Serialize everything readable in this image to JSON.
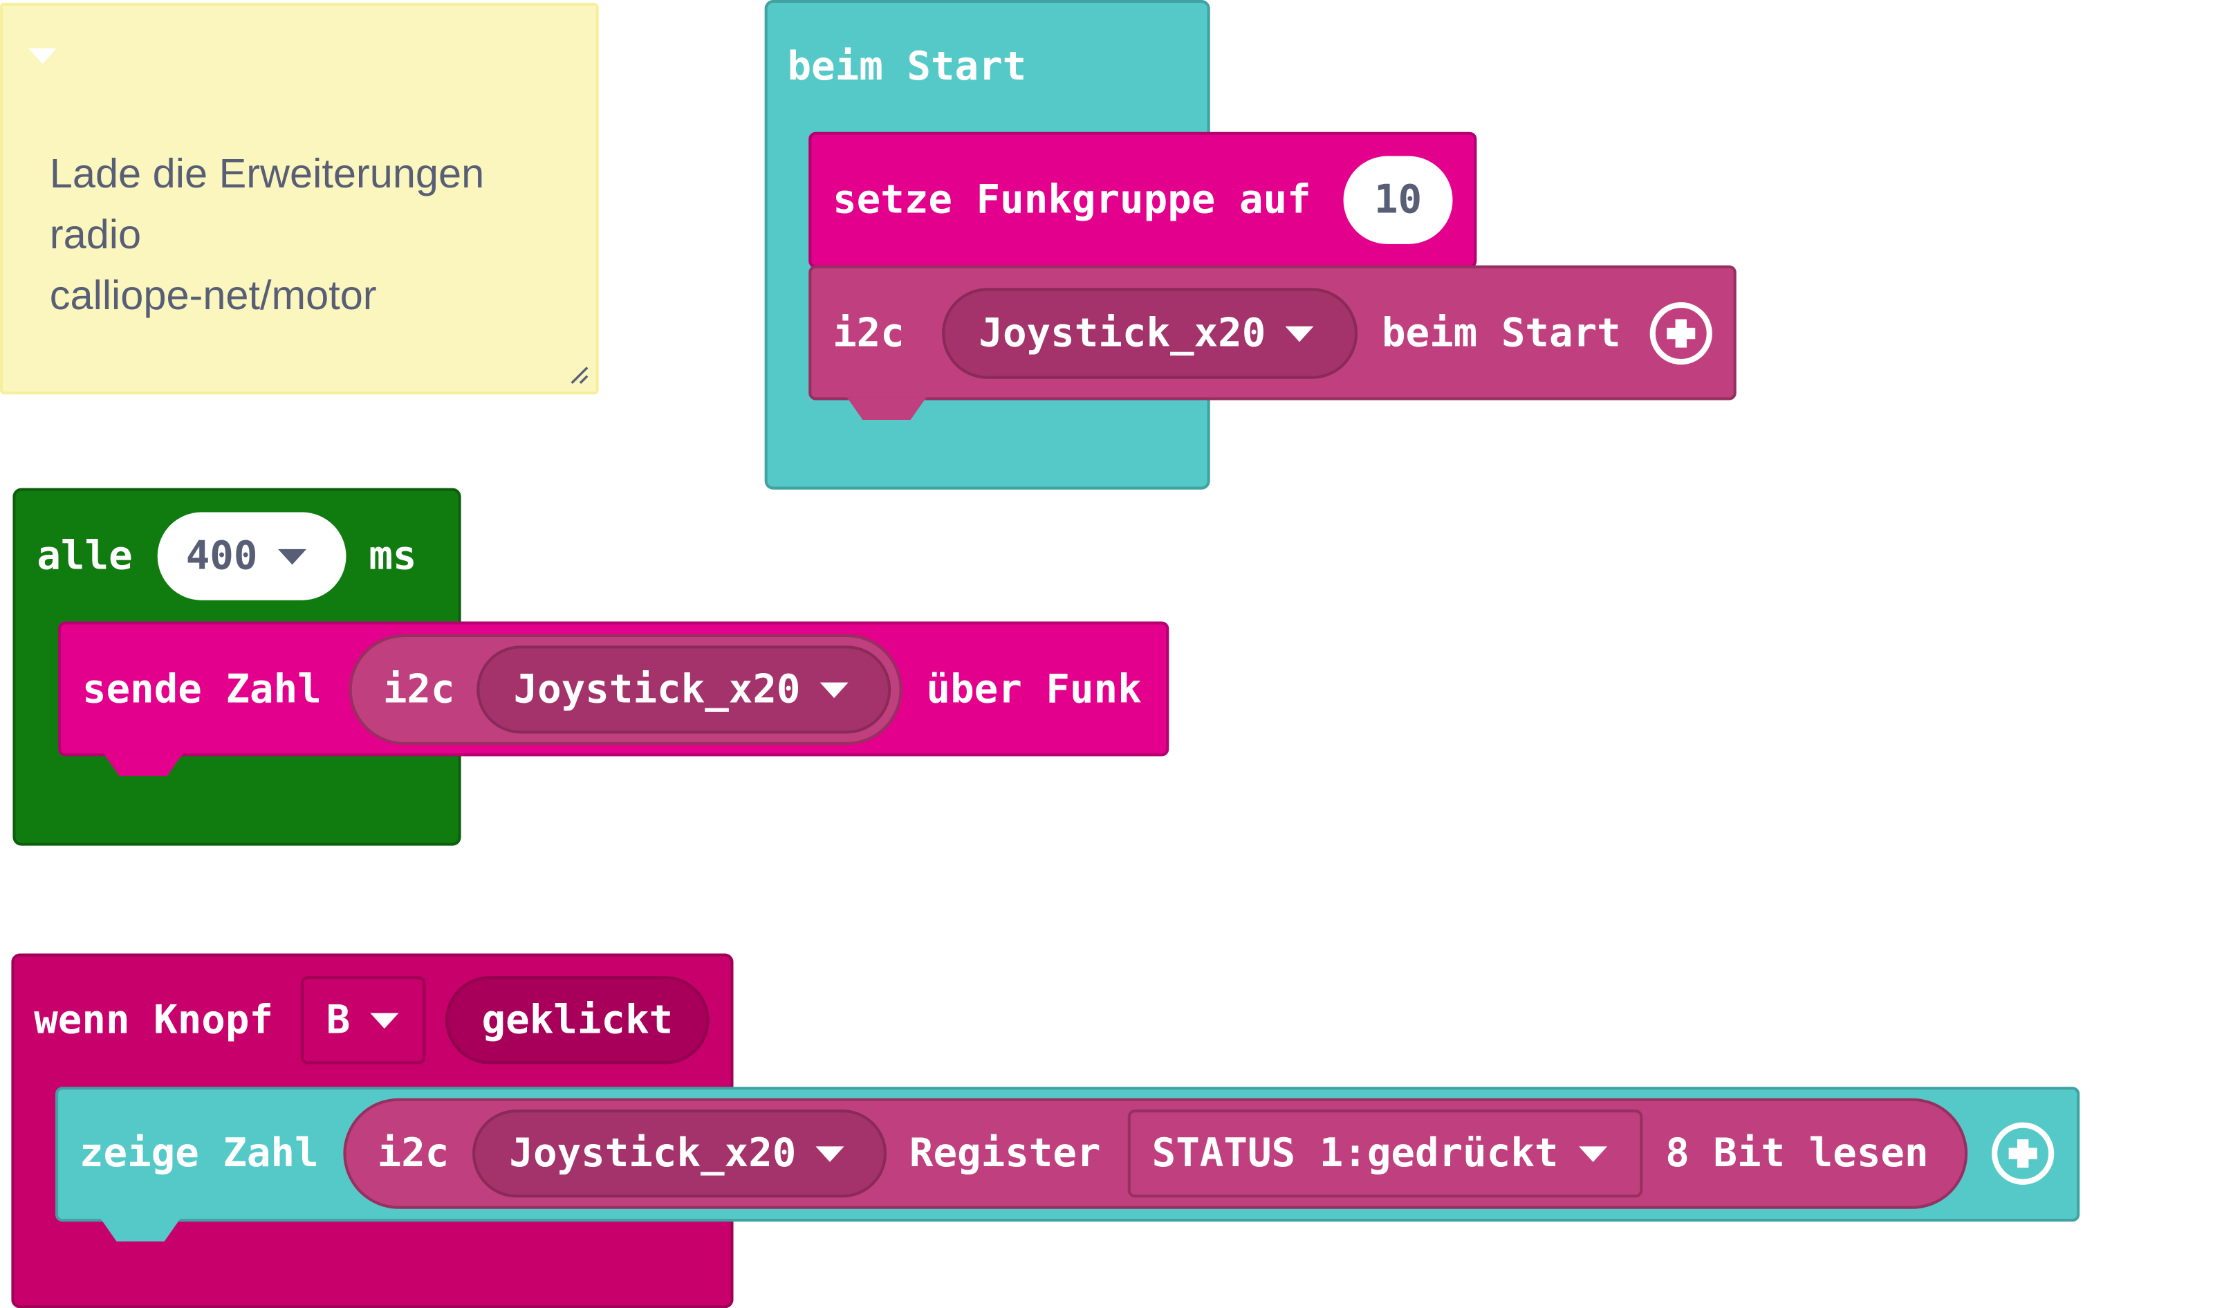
{
  "note": {
    "lines": [
      "Lade die Erweiterungen",
      "radio",
      "calliope-net/motor"
    ]
  },
  "on_start": {
    "label": "beim Start",
    "set_group": {
      "label": "setze Funkgruppe auf",
      "value": "10"
    },
    "i2c_start": {
      "prefix": "i2c",
      "device": "Joystick_x20",
      "suffix": "beim Start"
    }
  },
  "every": {
    "label": "alle",
    "interval": "400",
    "unit": "ms",
    "send": {
      "label": "sende Zahl",
      "prefix": "i2c",
      "device": "Joystick_x20",
      "suffix": "über Funk"
    }
  },
  "on_button": {
    "label": "wenn Knopf",
    "button": "B",
    "event": "geklickt",
    "show": {
      "label": "zeige Zahl",
      "prefix": "i2c",
      "device": "Joystick_x20",
      "register_label": "Register",
      "register": "STATUS 1:gedrückt",
      "suffix": "8 Bit lesen"
    }
  },
  "colors": {
    "teal": "#55c9c8",
    "radio": "#e3008c",
    "i2c": "#c03f7e",
    "loops": "#107c10",
    "input": "#c8006c",
    "note": "#faf6bd"
  }
}
